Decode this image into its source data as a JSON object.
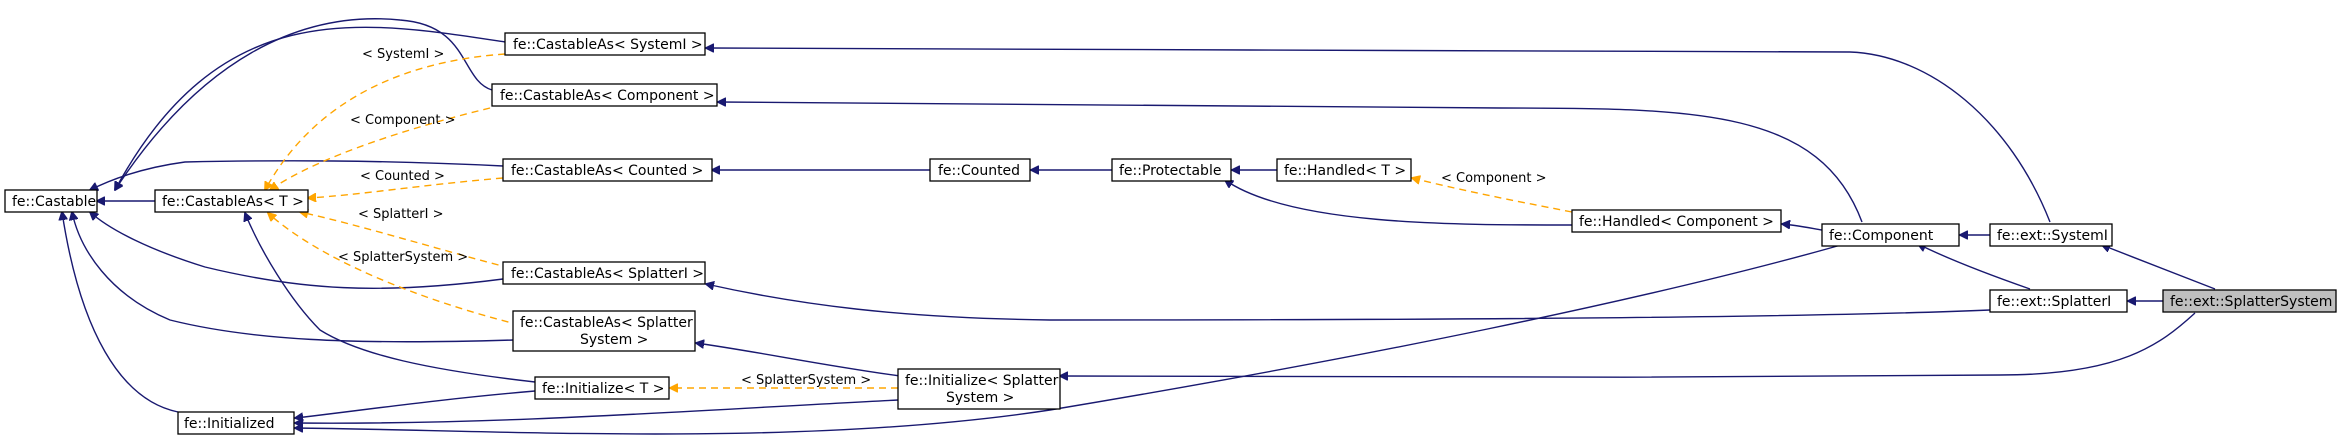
{
  "colors": {
    "inheritance_edge": "#191970",
    "template_edge": "#ffa500",
    "highlight_fill": "#bfbfbf"
  },
  "nodes": {
    "castable": "fe::Castable",
    "castable_as_t": "fe::CastableAs< T >",
    "castable_as_systemi": "fe::CastableAs< SystemI >",
    "castable_as_component": "fe::CastableAs< Component >",
    "castable_as_counted": "fe::CastableAs< Counted >",
    "castable_as_splatteri": "fe::CastableAs< SplatterI >",
    "castable_as_splatter_system": [
      "fe::CastableAs< Splatter",
      "System >"
    ],
    "initialize_t": "fe::Initialize< T >",
    "initialized": "fe::Initialized",
    "counted": "fe::Counted",
    "protectable": "fe::Protectable",
    "handled_t": "fe::Handled< T >",
    "handled_component": "fe::Handled< Component >",
    "initialize_splatter_system": [
      "fe::Initialize< Splatter",
      "System >"
    ],
    "component": "fe::Component",
    "ext_systemi": "fe::ext::SystemI",
    "ext_splatteri": "fe::ext::SplatterI",
    "ext_splatter_system": "fe::ext::SplatterSystem"
  },
  "edge_labels": {
    "systemi": "< SystemI >",
    "component": "< Component >",
    "counted": "< Counted >",
    "splatteri": "< SplatterI >",
    "splatter_system": "< SplatterSystem >",
    "handled_component": "< Component >",
    "initialize_splatter_system": "< SplatterSystem >"
  }
}
